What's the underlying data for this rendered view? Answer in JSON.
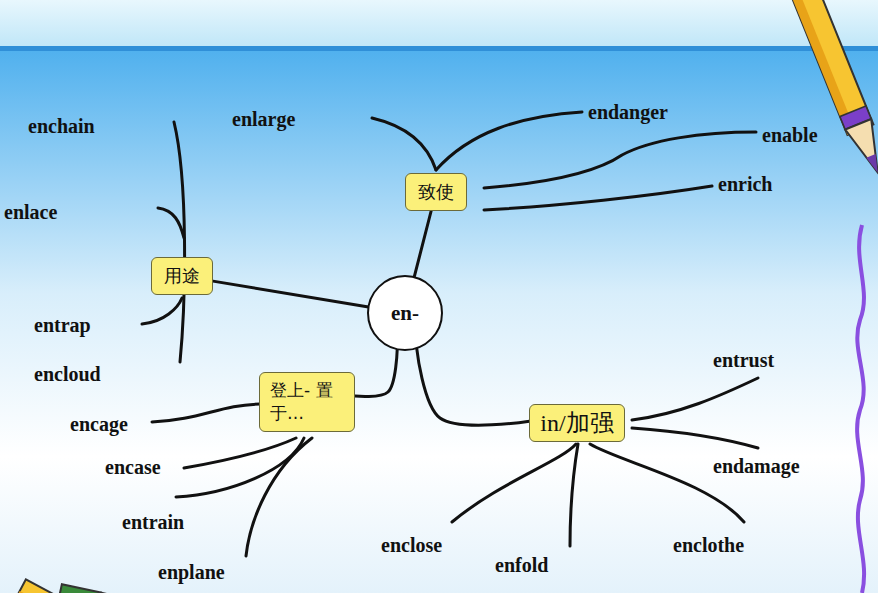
{
  "diagram": {
    "nodes": [
      {
        "text": [
          "致使"
        ]
      },
      {
        "text": [
          "用途"
        ]
      },
      {
        "text": [
          "en-"
        ]
      },
      {
        "text": [
          "登上- 置于…"
        ]
      },
      {
        "text": [
          "in/加强"
        ]
      }
    ],
    "edges": [
      {
        "from": 2,
        "to": 0,
        "arrow": "none"
      },
      {
        "from": 2,
        "to": 1,
        "arrow": "none"
      },
      {
        "from": 2,
        "to": 3,
        "arrow": "none"
      },
      {
        "from": 2,
        "to": 4,
        "arrow": "none"
      }
    ],
    "labels": [
      "enchain",
      "enlarge",
      "endanger",
      "enable",
      "enrich",
      "enlace",
      "entrap",
      "encloud",
      "encage",
      "encase",
      "entrain",
      "enplane",
      "entrust",
      "endamage",
      "enclose",
      "enfold",
      "enclothe"
    ]
  }
}
